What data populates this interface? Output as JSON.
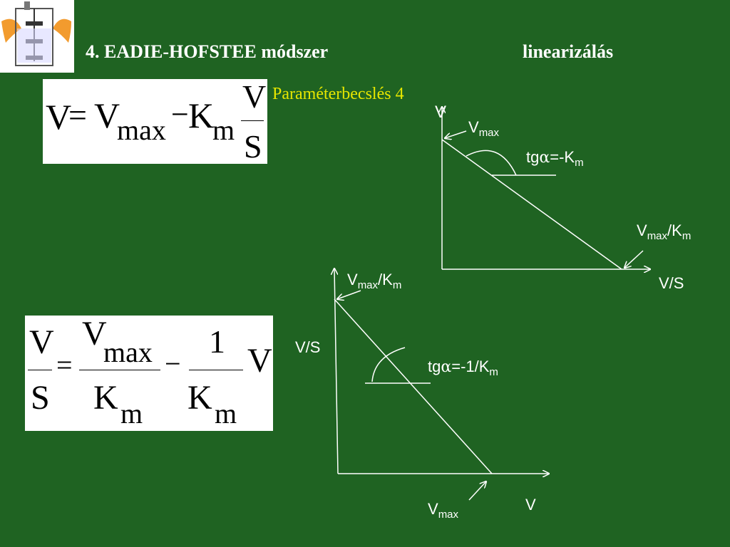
{
  "title": "4. EADIE-HOFSTEE  módszer",
  "title_right": "linearizálás",
  "subtitle": "Paraméterbecslés 4",
  "logo_icon": "bioreactor-icon",
  "equation1": {
    "lhs": "V",
    "eq": "=",
    "vmax_v": "V",
    "vmax_sub": "max",
    "minus": "−",
    "km_k": "K",
    "km_sub": "m",
    "frac_num": "V",
    "frac_den": "S"
  },
  "equation2": {
    "lhs_num": "V",
    "lhs_den": "S",
    "eq": "=",
    "vmax_num_v": "V",
    "vmax_num_sub": "max",
    "km_den_k": "K",
    "km_den_sub": "m",
    "minus": "−",
    "one_num": "1",
    "km2_den_k": "K",
    "km2_den_sub": "m",
    "trailing_v": "V"
  },
  "plot1": {
    "y_axis": "V",
    "x_axis": "V/S",
    "y_intercept_main": "V",
    "y_intercept_sub": "max",
    "slope_prefix": "tg",
    "slope_alpha": "α",
    "slope_rest": "=-K",
    "slope_sub": "m",
    "x_intercept_v": "V",
    "x_intercept_sub1": "max",
    "x_intercept_slash": "/K",
    "x_intercept_sub2": "m"
  },
  "plot2": {
    "y_axis": "V/S",
    "x_axis": "V",
    "y_intercept_v": "V",
    "y_intercept_sub1": "max",
    "y_intercept_slash": "/K",
    "y_intercept_sub2": "m",
    "slope_prefix": "tg",
    "slope_alpha": "α",
    "slope_rest": "=-1/K",
    "slope_sub": "m",
    "x_intercept_main": "V",
    "x_intercept_sub": "max"
  }
}
